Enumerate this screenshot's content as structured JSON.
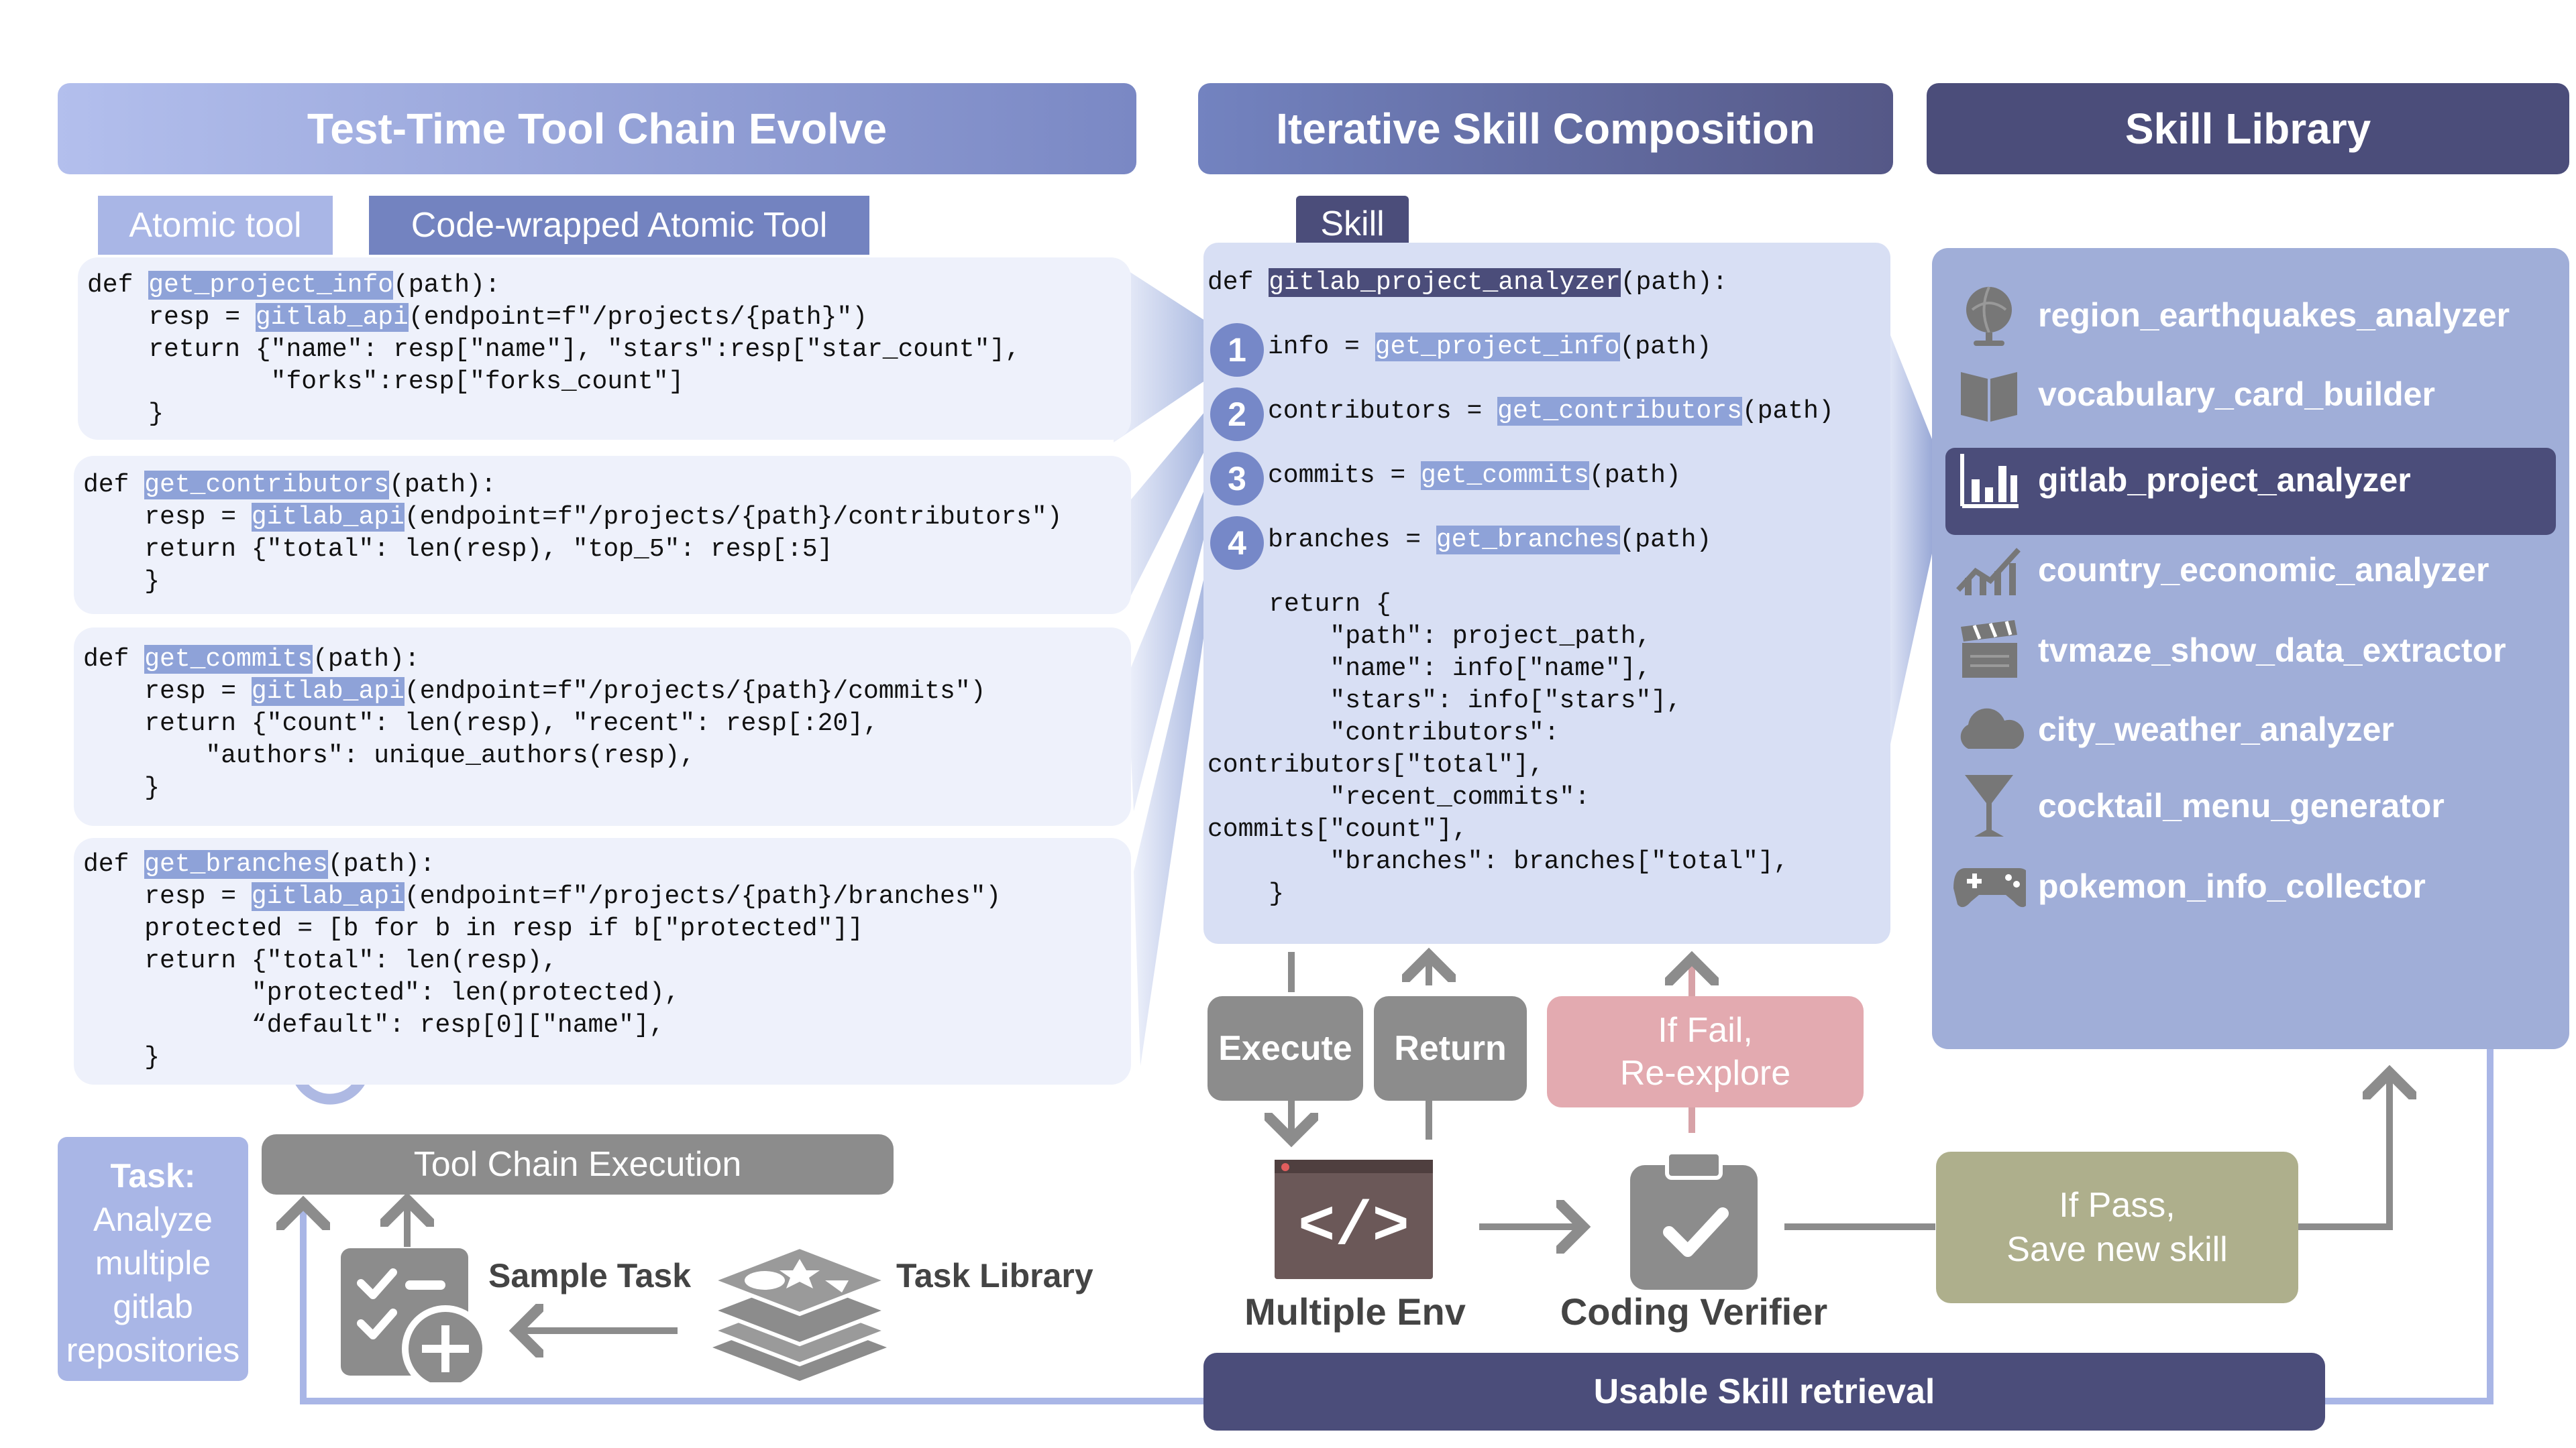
{
  "headers": {
    "left": "Test-Time Tool Chain Evolve",
    "middle": "Iterative Skill Composition",
    "right": "Skill Library"
  },
  "tags": {
    "atomic_tool": "Atomic tool",
    "code_wrapped": "Code-wrapped Atomic Tool",
    "skill": "Skill"
  },
  "tool_cards": [
    {
      "fn": "get_project_info",
      "lines": [
        [
          "def ",
          {
            "h": "get_project_info"
          },
          "(path):"
        ],
        [
          "    resp = ",
          {
            "h": "gitlab_api"
          },
          "(endpoint=f\"/projects/{path}\")"
        ],
        [
          "    return {\"name\": resp[\"name\"], \"stars\":resp[\"star_count\"],"
        ],
        [
          "            \"forks\":resp[\"forks_count\"]"
        ],
        [
          "    }"
        ]
      ]
    },
    {
      "fn": "get_contributors",
      "lines": [
        [
          "def ",
          {
            "h": "get_contributors"
          },
          "(path):"
        ],
        [
          "    resp = ",
          {
            "h": "gitlab_api"
          },
          "(endpoint=f\"/projects/{path}/contributors\")"
        ],
        [
          "    return {\"total\": len(resp), \"top_5\": resp[:5]"
        ],
        [
          "    }"
        ]
      ]
    },
    {
      "fn": "get_commits",
      "lines": [
        [
          "def ",
          {
            "h": "get_commits"
          },
          "(path):"
        ],
        [
          "    resp = ",
          {
            "h": "gitlab_api"
          },
          "(endpoint=f\"/projects/{path}/commits\")"
        ],
        [
          "    return {\"count\": len(resp), \"recent\": resp[:20],"
        ],
        [
          "        \"authors\": unique_authors(resp),"
        ],
        [
          "    }"
        ]
      ]
    },
    {
      "fn": "get_branches",
      "lines": [
        [
          "def ",
          {
            "h": "get_branches"
          },
          "(path):"
        ],
        [
          "    resp = ",
          {
            "h": "gitlab_api"
          },
          "(endpoint=f\"/projects/{path}/branches\")"
        ],
        [
          "    protected = [b for b in resp if b[\"protected\"]]"
        ],
        [
          "    return {\"total\": len(resp),"
        ],
        [
          "           \"protected\": len(protected),"
        ],
        [
          "           “default\": resp[0][\"name\"],"
        ],
        [
          "    }"
        ]
      ]
    }
  ],
  "skill_code": {
    "lines": [
      [
        "def ",
        {
          "d": "gitlab_project_analyzer"
        },
        "(path):"
      ],
      [
        ""
      ],
      [
        "info = ",
        {
          "h": "get_project_info"
        },
        "(path)"
      ],
      [
        ""
      ],
      [
        "contributors = ",
        {
          "h": "get_contributors"
        },
        "(path)"
      ],
      [
        ""
      ],
      [
        "commits = ",
        {
          "h": "get_commits"
        },
        "(path)"
      ],
      [
        ""
      ],
      [
        "branches = ",
        {
          "h": "get_branches"
        },
        "(path)"
      ],
      [
        ""
      ],
      [
        "    return {"
      ],
      [
        "        \"path\": project_path,"
      ],
      [
        "        \"name\": info[\"name\"],"
      ],
      [
        "        \"stars\": info[\"stars\"],"
      ],
      [
        "        \"contributors\":"
      ],
      [
        "contributors[\"total\"],"
      ],
      [
        "        \"recent_commits\":"
      ],
      [
        "commits[\"count\"],"
      ],
      [
        "        \"branches\": branches[\"total\"],"
      ],
      [
        "    }"
      ]
    ],
    "steps": [
      "1",
      "2",
      "3",
      "4"
    ]
  },
  "skills": [
    {
      "name": "region_earthquakes_analyzer",
      "icon": "globe-icon"
    },
    {
      "name": "vocabulary_card_builder",
      "icon": "book-icon"
    },
    {
      "name": "gitlab_project_analyzer",
      "icon": "bar-chart-icon",
      "selected": true
    },
    {
      "name": "country_economic_analyzer",
      "icon": "line-chart-icon"
    },
    {
      "name": "tvmaze_show_data_extractor",
      "icon": "clapperboard-icon"
    },
    {
      "name": "city_weather_analyzer",
      "icon": "cloud-icon"
    },
    {
      "name": "cocktail_menu_generator",
      "icon": "cocktail-icon"
    },
    {
      "name": "pokemon_info_collector",
      "icon": "gamepad-icon"
    }
  ],
  "buttons": {
    "execute": "Execute",
    "return": "Return",
    "if_fail_1": "If Fail,",
    "if_fail_2": "Re-explore",
    "if_pass_1": "If Pass,",
    "if_pass_2": "Save new skill",
    "tool_chain_execution": "Tool Chain Execution",
    "usable_skill_retrieval": "Usable Skill retrieval"
  },
  "task": {
    "title": "Task:",
    "lines": [
      "Analyze",
      "multiple",
      "gitlab",
      "repositories"
    ]
  },
  "labels": {
    "sample_task": "Sample Task",
    "task_library": "Task Library",
    "multiple_env": "Multiple Env",
    "coding_verifier": "Coding Verifier"
  },
  "colors": {
    "header_light": "#a9b6e6",
    "header_mid": "#6f7bb5",
    "header_dark": "#4b4d7a",
    "skill_panel": "#a0aed8",
    "card_bg": "#eef1fb",
    "highlight": "#8ea2d8",
    "gray_button": "#8c8c8c",
    "fail_button": "#e3aab0",
    "pass_button": "#aeaf8c"
  }
}
